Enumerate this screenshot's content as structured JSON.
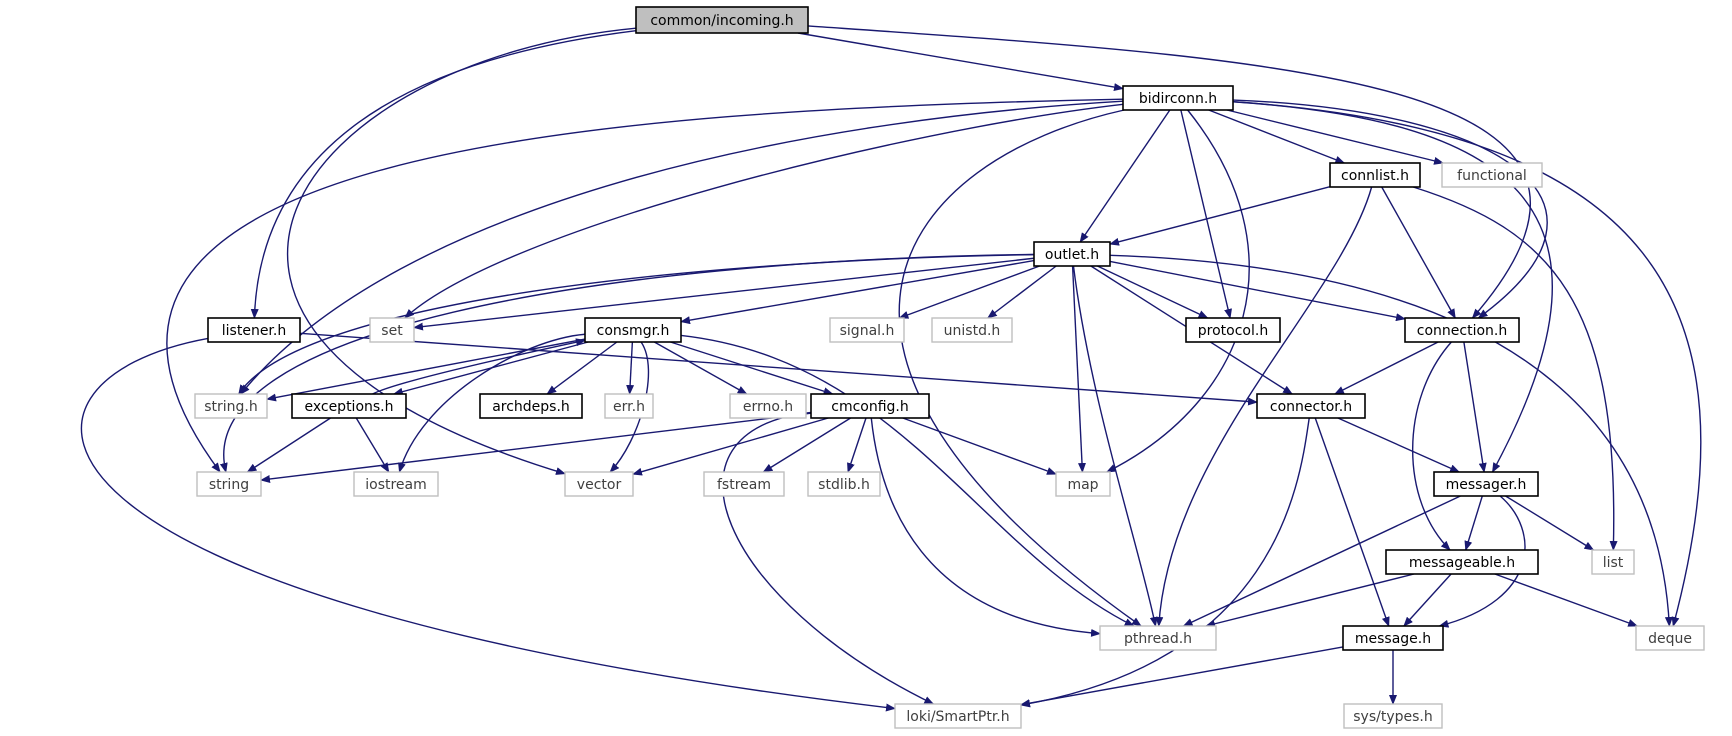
{
  "colors": {
    "edge": "#191970",
    "root_fill": "#bfbfbf",
    "local_border": "#000000",
    "external_border": "#bfbfbf"
  },
  "nodes": [
    {
      "id": "incoming",
      "label": "common/incoming.h",
      "kind": "root"
    },
    {
      "id": "bidirconn",
      "label": "bidirconn.h",
      "kind": "local"
    },
    {
      "id": "connlist",
      "label": "connlist.h",
      "kind": "local"
    },
    {
      "id": "functional",
      "label": "functional",
      "kind": "external"
    },
    {
      "id": "outlet",
      "label": "outlet.h",
      "kind": "local"
    },
    {
      "id": "listener",
      "label": "listener.h",
      "kind": "local"
    },
    {
      "id": "set",
      "label": "set",
      "kind": "external"
    },
    {
      "id": "consmgr",
      "label": "consmgr.h",
      "kind": "local"
    },
    {
      "id": "signal",
      "label": "signal.h",
      "kind": "external"
    },
    {
      "id": "unistd",
      "label": "unistd.h",
      "kind": "external"
    },
    {
      "id": "protocol",
      "label": "protocol.h",
      "kind": "local"
    },
    {
      "id": "connection",
      "label": "connection.h",
      "kind": "local"
    },
    {
      "id": "stringh",
      "label": "string.h",
      "kind": "external"
    },
    {
      "id": "exceptions",
      "label": "exceptions.h",
      "kind": "local"
    },
    {
      "id": "archdeps",
      "label": "archdeps.h",
      "kind": "local"
    },
    {
      "id": "err",
      "label": "err.h",
      "kind": "external"
    },
    {
      "id": "errno",
      "label": "errno.h",
      "kind": "external"
    },
    {
      "id": "cmconfig",
      "label": "cmconfig.h",
      "kind": "local"
    },
    {
      "id": "connector",
      "label": "connector.h",
      "kind": "local"
    },
    {
      "id": "string",
      "label": "string",
      "kind": "external"
    },
    {
      "id": "iostream",
      "label": "iostream",
      "kind": "external"
    },
    {
      "id": "vector",
      "label": "vector",
      "kind": "external"
    },
    {
      "id": "fstream",
      "label": "fstream",
      "kind": "external"
    },
    {
      "id": "stdlib",
      "label": "stdlib.h",
      "kind": "external"
    },
    {
      "id": "map",
      "label": "map",
      "kind": "external"
    },
    {
      "id": "messager",
      "label": "messager.h",
      "kind": "local"
    },
    {
      "id": "list",
      "label": "list",
      "kind": "external"
    },
    {
      "id": "messageable",
      "label": "messageable.h",
      "kind": "local"
    },
    {
      "id": "pthread",
      "label": "pthread.h",
      "kind": "external"
    },
    {
      "id": "message",
      "label": "message.h",
      "kind": "local"
    },
    {
      "id": "deque",
      "label": "deque",
      "kind": "external"
    },
    {
      "id": "loki",
      "label": "loki/SmartPtr.h",
      "kind": "external"
    },
    {
      "id": "systypes",
      "label": "sys/types.h",
      "kind": "external"
    }
  ],
  "edges": [
    [
      "incoming",
      "bidirconn"
    ],
    [
      "incoming",
      "listener"
    ],
    [
      "incoming",
      "connection"
    ],
    [
      "incoming",
      "vector"
    ],
    [
      "bidirconn",
      "connlist"
    ],
    [
      "bidirconn",
      "functional"
    ],
    [
      "bidirconn",
      "outlet"
    ],
    [
      "bidirconn",
      "protocol"
    ],
    [
      "bidirconn",
      "set"
    ],
    [
      "bidirconn",
      "stringh"
    ],
    [
      "bidirconn",
      "string"
    ],
    [
      "bidirconn",
      "map"
    ],
    [
      "bidirconn",
      "pthread"
    ],
    [
      "bidirconn",
      "connection"
    ],
    [
      "bidirconn",
      "messager"
    ],
    [
      "bidirconn",
      "deque"
    ],
    [
      "connlist",
      "outlet"
    ],
    [
      "connlist",
      "connection"
    ],
    [
      "connlist",
      "list"
    ],
    [
      "connlist",
      "pthread"
    ],
    [
      "outlet",
      "set"
    ],
    [
      "outlet",
      "consmgr"
    ],
    [
      "outlet",
      "signal"
    ],
    [
      "outlet",
      "unistd"
    ],
    [
      "outlet",
      "protocol"
    ],
    [
      "outlet",
      "connection"
    ],
    [
      "outlet",
      "connector"
    ],
    [
      "outlet",
      "map"
    ],
    [
      "outlet",
      "pthread"
    ],
    [
      "outlet",
      "deque"
    ],
    [
      "outlet",
      "stringh"
    ],
    [
      "outlet",
      "string"
    ],
    [
      "listener",
      "connector"
    ],
    [
      "listener",
      "loki"
    ],
    [
      "consmgr",
      "stringh"
    ],
    [
      "consmgr",
      "exceptions"
    ],
    [
      "consmgr",
      "archdeps"
    ],
    [
      "consmgr",
      "err"
    ],
    [
      "consmgr",
      "errno"
    ],
    [
      "consmgr",
      "cmconfig"
    ],
    [
      "consmgr",
      "iostream"
    ],
    [
      "consmgr",
      "vector"
    ],
    [
      "consmgr",
      "pthread"
    ],
    [
      "exceptions",
      "consmgr"
    ],
    [
      "exceptions",
      "string"
    ],
    [
      "exceptions",
      "iostream"
    ],
    [
      "cmconfig",
      "string"
    ],
    [
      "cmconfig",
      "vector"
    ],
    [
      "cmconfig",
      "fstream"
    ],
    [
      "cmconfig",
      "stdlib"
    ],
    [
      "cmconfig",
      "map"
    ],
    [
      "cmconfig",
      "pthread"
    ],
    [
      "cmconfig",
      "loki"
    ],
    [
      "connection",
      "connector"
    ],
    [
      "connection",
      "messager"
    ],
    [
      "connection",
      "messageable"
    ],
    [
      "connector",
      "messager"
    ],
    [
      "connector",
      "message"
    ],
    [
      "connector",
      "loki"
    ],
    [
      "messager",
      "list"
    ],
    [
      "messager",
      "messageable"
    ],
    [
      "messager",
      "pthread"
    ],
    [
      "messager",
      "message"
    ],
    [
      "messageable",
      "pthread"
    ],
    [
      "messageable",
      "message"
    ],
    [
      "messageable",
      "deque"
    ],
    [
      "message",
      "loki"
    ],
    [
      "message",
      "systypes"
    ]
  ]
}
